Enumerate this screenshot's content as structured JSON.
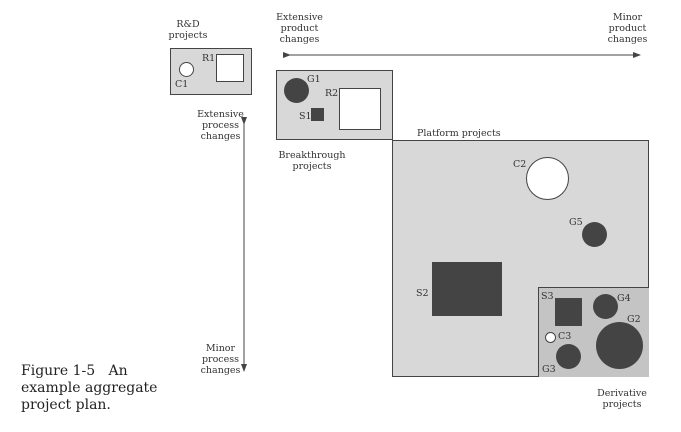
{
  "axis_top": {
    "left_label": [
      "Extensive",
      "product",
      "changes"
    ],
    "right_label": [
      "Minor",
      "product",
      "changes"
    ]
  },
  "axis_left": {
    "top_label": [
      "Extensive",
      "process",
      "changes"
    ],
    "bottom_label": [
      "Minor",
      "process",
      "changes"
    ]
  },
  "regions": {
    "rd": {
      "label": [
        "R&D",
        "projects"
      ]
    },
    "breakthrough": {
      "label": [
        "Breakthrough",
        "projects"
      ]
    },
    "platform": {
      "label": "Platform projects"
    },
    "derivative": {
      "label": [
        "Derivative",
        "projects"
      ]
    }
  },
  "projects": {
    "R1": "R1",
    "C1": "C1",
    "G1": "G1",
    "R2": "R2",
    "S1": "S1",
    "C2": "C2",
    "G5": "G5",
    "S2": "S2",
    "S3": "S3",
    "G4": "G4",
    "G2": "G2",
    "C3": "C3",
    "G3": "G3"
  },
  "caption": {
    "number": "Figure 1-5",
    "text_1": "An",
    "text_2": "example aggregate",
    "text_3": "project plan."
  },
  "colors": {
    "region_fill": "#d8d8d8",
    "derivative_fill": "#c4c4c4",
    "shape_dark": "#444444",
    "shape_light": "#ffffff"
  }
}
